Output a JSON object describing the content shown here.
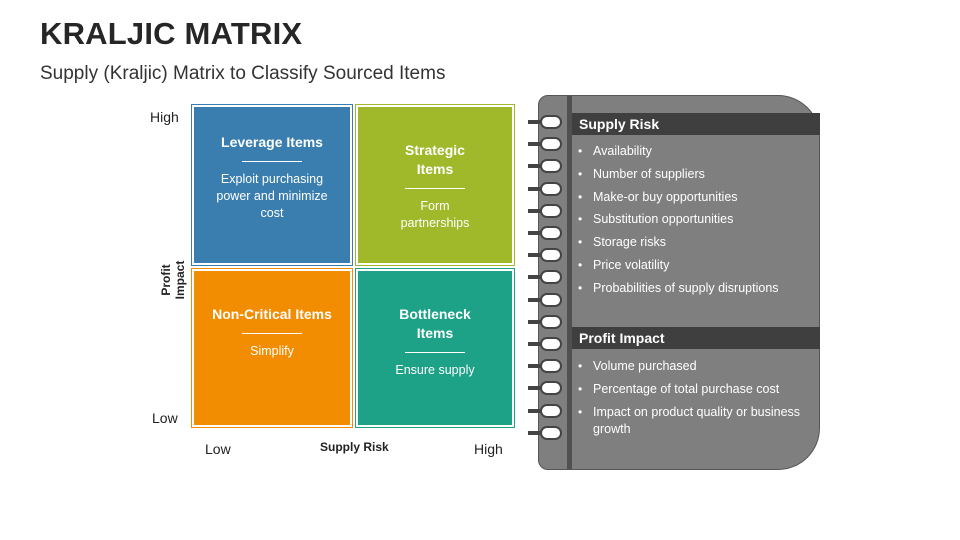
{
  "header": {
    "title": "KRALJIC MATRIX",
    "subtitle": "Supply (Kraljic) Matrix to Classify Sourced Items"
  },
  "matrix": {
    "y_axis": {
      "title": "Profit Impact",
      "high": "High",
      "low": "Low"
    },
    "x_axis": {
      "title": "Supply Risk",
      "low": "Low",
      "high": "High"
    },
    "quadrants": [
      {
        "title": "Leverage Items",
        "desc": "Exploit purchasing power and minimize cost",
        "color": "#3A7EAF"
      },
      {
        "title": "Strategic Items",
        "desc": "Form partnerships",
        "color": "#A0B92B"
      },
      {
        "title": "Non-Critical Items",
        "desc": "Simplify",
        "color": "#F28C00"
      },
      {
        "title": "Bottleneck Items",
        "desc": "Ensure supply",
        "color": "#1DA187"
      }
    ]
  },
  "notebook": {
    "supply_risk": {
      "heading": "Supply Risk",
      "items": [
        "Availability",
        "Number of suppliers",
        "Make-or buy opportunities",
        "Substitution opportunities",
        "Storage risks",
        "Price volatility",
        "Probabilities of supply disruptions"
      ]
    },
    "profit_impact": {
      "heading": "Profit Impact",
      "items": [
        "Volume purchased",
        "Percentage of total purchase cost",
        "Impact on product quality or business growth"
      ]
    }
  }
}
